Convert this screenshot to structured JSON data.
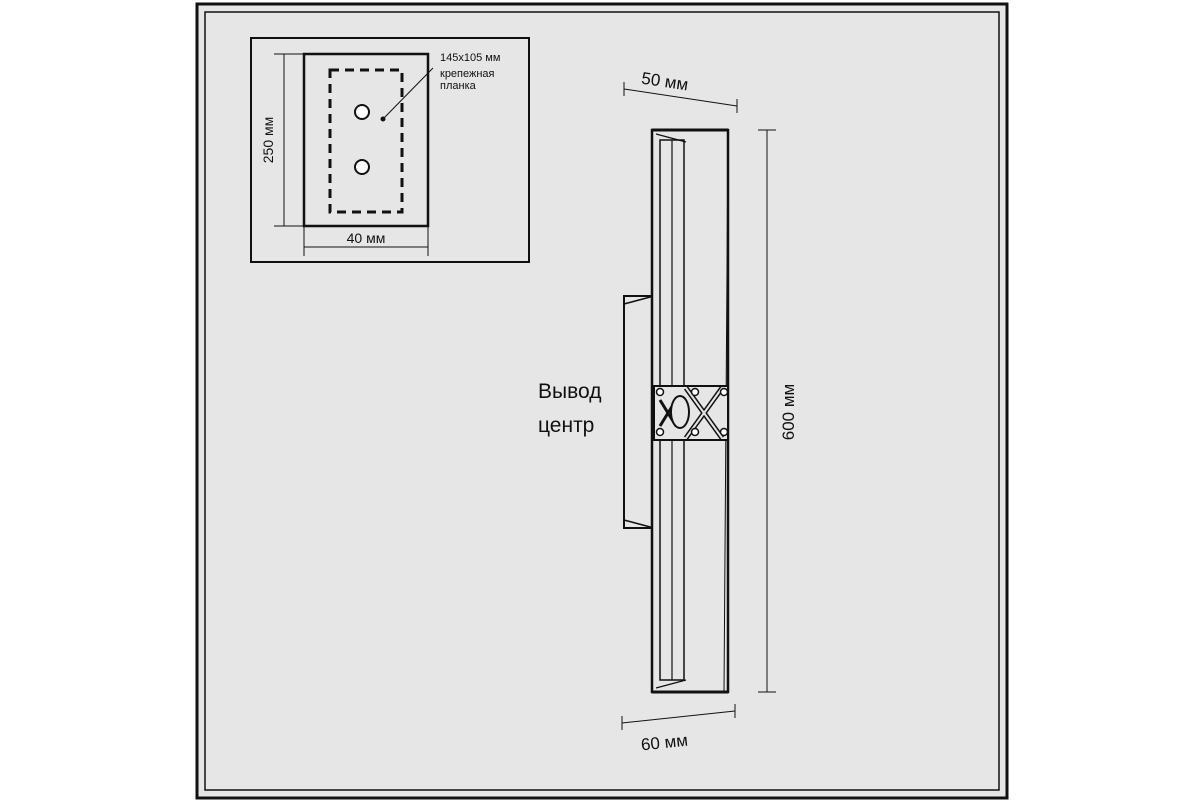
{
  "inset": {
    "plate_size": "145x105 мм",
    "plate_label_line1": "крепежная",
    "plate_label_line2": "планка",
    "height_label": "250 мм",
    "width_label": "40 мм"
  },
  "main": {
    "top_depth_label": "50 мм",
    "bottom_depth_label": "60 мм",
    "height_label": "600 мм",
    "outlet_line1": "Вывод",
    "outlet_line2": "центр"
  },
  "colors": {
    "frame_fill": "#e6e6e6",
    "line": "#111111"
  }
}
